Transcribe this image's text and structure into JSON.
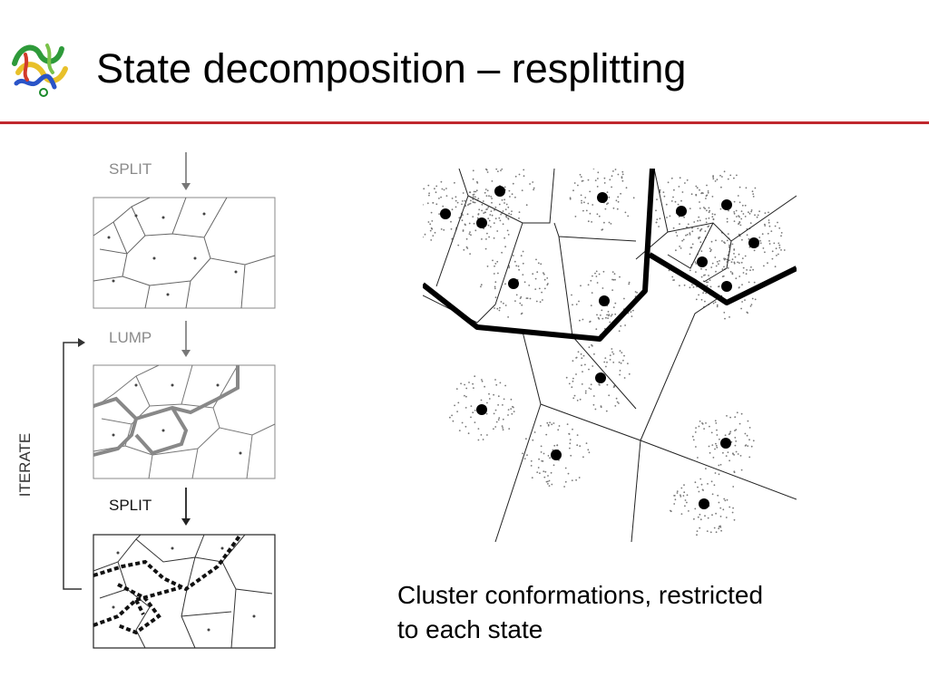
{
  "slide": {
    "title": "State decomposition – resplitting"
  },
  "logo": {
    "icon": "protein-structure-icon"
  },
  "diagram": {
    "steps": [
      "SPLIT",
      "LUMP",
      "SPLIT"
    ],
    "iterate_label": "ITERATE"
  },
  "caption": {
    "line1": "Cluster conformations, restricted",
    "line2": "to each state"
  },
  "colors": {
    "accent_rule": "#c0282d"
  }
}
